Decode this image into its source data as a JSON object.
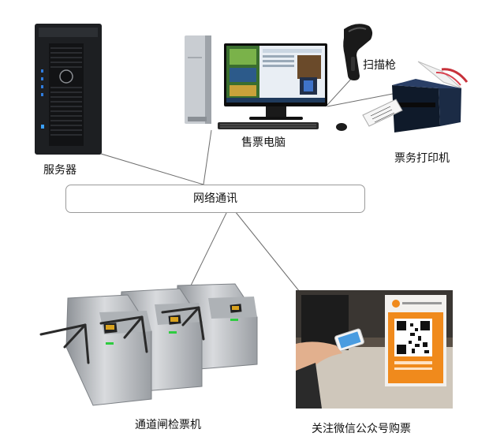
{
  "labels": {
    "server": "服务器",
    "pc": "售票电脑",
    "scanner": "扫描枪",
    "printer": "票务打印机",
    "network": "网络通讯",
    "turnstile": "通道闸检票机",
    "wechat": "关注微信公众号购票"
  },
  "colors": {
    "link_line": "#6e6e6e",
    "box_border": "#9a9a9a",
    "accent_orange": "#f08a1c",
    "gate_silver": "#b9bcc0"
  },
  "icons": [
    "server-icon",
    "monitor-icon",
    "pc-tower-icon",
    "keyboard-icon",
    "mouse-icon",
    "barcode-scanner-icon",
    "ticket-printer-icon",
    "turnstile-icon",
    "qr-code-icon",
    "phone-icon"
  ]
}
